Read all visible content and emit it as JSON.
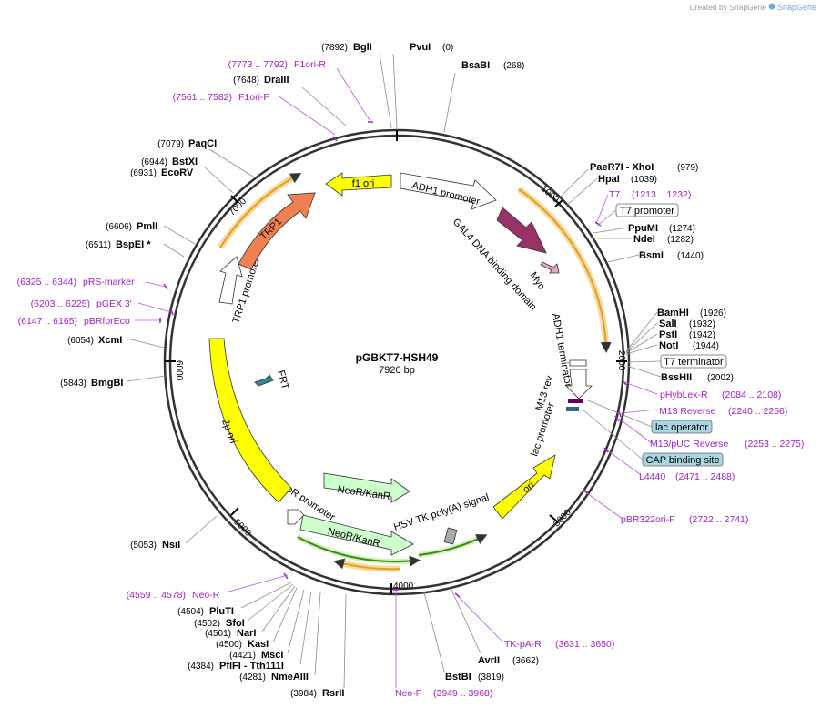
{
  "watermark": "Created by SnapGene",
  "plasmid": {
    "name": "pGBKT7-HSH49",
    "length": "7920 bp"
  },
  "ticks": [
    "1000",
    "2000",
    "3000",
    "4000",
    "5000",
    "6000",
    "7000"
  ],
  "sites": [
    {
      "name": "BglI",
      "pos": "(7892)"
    },
    {
      "name": "PvuI",
      "pos": "(0)"
    },
    {
      "name": "BsaBI",
      "pos": "(268)"
    },
    {
      "name": "DraIII",
      "pos": "(7648)"
    },
    {
      "name": "PaqCI",
      "pos": "(7079)"
    },
    {
      "name": "BstXI",
      "pos": "(6944)"
    },
    {
      "name": "EcoRV",
      "pos": "(6931)"
    },
    {
      "name": "PmlI",
      "pos": "(6606)"
    },
    {
      "name": "BspEI *",
      "pos": "(6511)"
    },
    {
      "name": "XcmI",
      "pos": "(6054)"
    },
    {
      "name": "BmgBI",
      "pos": "(5843)"
    },
    {
      "name": "NsiI",
      "pos": "(5053)"
    },
    {
      "name": "PluTI",
      "pos": "(4504)"
    },
    {
      "name": "SfoI",
      "pos": "(4502)"
    },
    {
      "name": "NarI",
      "pos": "(4501)"
    },
    {
      "name": "KasI",
      "pos": "(4500)"
    },
    {
      "name": "MscI",
      "pos": "(4421)"
    },
    {
      "name": "PflFI - Tth111I",
      "pos": "(4384)"
    },
    {
      "name": "NmeAIII",
      "pos": "(4281)"
    },
    {
      "name": "RsrII",
      "pos": "(3984)"
    },
    {
      "name": "BstBI",
      "pos": "(3819)"
    },
    {
      "name": "AvrII",
      "pos": "(3662)"
    },
    {
      "name": "PaeR7I - XhoI",
      "pos": "(979)"
    },
    {
      "name": "HpaI",
      "pos": "(1039)"
    },
    {
      "name": "PpuMI",
      "pos": "(1274)"
    },
    {
      "name": "NdeI",
      "pos": "(1282)"
    },
    {
      "name": "BsmI",
      "pos": "(1440)"
    },
    {
      "name": "BamHI",
      "pos": "(1926)"
    },
    {
      "name": "SalI",
      "pos": "(1932)"
    },
    {
      "name": "PstI",
      "pos": "(1942)"
    },
    {
      "name": "NotI",
      "pos": "(1944)"
    },
    {
      "name": "BssHII",
      "pos": "(2002)"
    }
  ],
  "primers": [
    {
      "name": "F1ori-R",
      "range": "(7773 .. 7792)"
    },
    {
      "name": "F1ori-F",
      "range": "(7561 .. 7582)"
    },
    {
      "name": "pRS-marker",
      "range": "(6325 .. 6344)"
    },
    {
      "name": "pGEX 3'",
      "range": "(6203 .. 6225)"
    },
    {
      "name": "pBRforEco",
      "range": "(6147 .. 6165)"
    },
    {
      "name": "Neo-R",
      "range": "(4559 .. 4578)"
    },
    {
      "name": "Neo-F",
      "range": "(3949 .. 3968)"
    },
    {
      "name": "TK-pA-R",
      "range": "(3631 .. 3650)"
    },
    {
      "name": "T7",
      "range": "(1213 .. 1232)"
    },
    {
      "name": "pHybLex-R",
      "range": "(2084 .. 2108)"
    },
    {
      "name": "M13 Reverse",
      "range": "(2240 .. 2256)"
    },
    {
      "name": "M13/pUC Reverse",
      "range": "(2253 .. 2275)"
    },
    {
      "name": "L4440",
      "range": "(2471 .. 2488)"
    },
    {
      "name": "pBR322ori-F",
      "range": "(2722 .. 2741)"
    }
  ],
  "boxed_features": [
    "T7 promoter",
    "T7 terminator",
    "lac operator",
    "CAP binding site"
  ],
  "features": {
    "f1_ori": "f1 ori",
    "adh1_promoter": "ADH1 promoter",
    "gal4": "GAL4 DNA binding domain",
    "myc": "Myc",
    "adh1_terminator": "ADH1 terminator",
    "m13_rev": "M13 rev",
    "lac_promoter": "lac promoter",
    "ori": "ori",
    "hsv": "HSV TK poly(A) signal",
    "neo1": "NeoR/KanR",
    "neo2": "NeoR/KanR",
    "ampr_promoter": "AmpR promoter",
    "two_u_ori": "2μ ori",
    "frt": "FRT",
    "trp1_promoter": "TRP1 promoter",
    "trp1": "TRP1"
  },
  "colors": {
    "primer": "#a020c8",
    "yellow": "#ffff00",
    "orange_trp1": "#f08050",
    "gal4": "#993366",
    "neo": "#ccffcc",
    "orf_orange": "#ffa500",
    "orf_green": "#5fbf20",
    "lac_box": "#a9d6e0"
  }
}
